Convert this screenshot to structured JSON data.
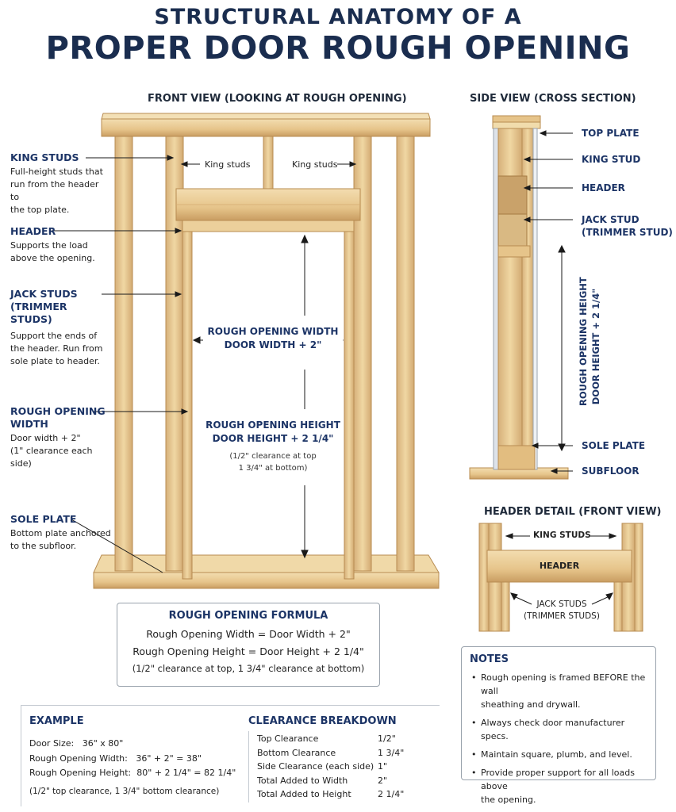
{
  "title": {
    "line1": "STRUCTURAL ANATOMY OF A",
    "line2": "PROPER DOOR ROUGH OPENING"
  },
  "front_view": {
    "title": "FRONT VIEW (LOOKING AT ROUGH OPENING)",
    "inline_labels": {
      "king_left": "King studs",
      "king_right": "King studs"
    },
    "width_label": {
      "line1": "ROUGH OPENING WIDTH",
      "line2": "DOOR WIDTH + 2\""
    },
    "height_label": {
      "line1": "ROUGH OPENING HEIGHT",
      "line2": "DOOR HEIGHT + 2 1/4\"",
      "note1": "(1/2\" clearance at top",
      "note2": "1 3/4\" at bottom)"
    },
    "callouts": [
      {
        "title": [
          "KING STUDS"
        ],
        "desc": [
          "Full-height studs that",
          "run from the header to",
          "the top plate."
        ]
      },
      {
        "title": [
          "HEADER"
        ],
        "desc": [
          "Supports the load",
          "above the opening."
        ]
      },
      {
        "title": [
          "JACK STUDS",
          "(TRIMMER STUDS)"
        ],
        "desc": [
          "Support the ends of",
          "the header. Run from",
          "sole plate to header."
        ]
      },
      {
        "title": [
          "ROUGH OPENING",
          "WIDTH"
        ],
        "desc": [
          "Door width + 2\"",
          "(1\" clearance each side)"
        ]
      },
      {
        "title": [
          "SOLE PLATE"
        ],
        "desc": [
          "Bottom plate anchored",
          "to the subfloor."
        ]
      }
    ]
  },
  "side_view": {
    "title": "SIDE VIEW (CROSS SECTION)",
    "labels": {
      "top_plate": "TOP PLATE",
      "king_stud": "KING STUD",
      "header": "HEADER",
      "jack_stud_1": "JACK STUD",
      "jack_stud_2": "(TRIMMER STUD)",
      "sole_plate": "SOLE PLATE",
      "subfloor": "SUBFLOOR"
    },
    "height_label": {
      "line1": "ROUGH OPENING HEIGHT",
      "line2": "DOOR HEIGHT + 2 1/4\""
    }
  },
  "header_detail": {
    "title": "HEADER DETAIL (FRONT VIEW)",
    "king_studs": "KING STUDS",
    "header": "HEADER",
    "jack_1": "JACK STUDS",
    "jack_2": "(TRIMMER STUDS)"
  },
  "formula": {
    "title": "ROUGH OPENING FORMULA",
    "line1": "Rough Opening Width  =  Door Width + 2\"",
    "line2": "Rough Opening Height  =  Door Height + 2 1/4\"",
    "line3": "(1/2\"  clearance at top, 1 3/4\" clearance at bottom)"
  },
  "example": {
    "title": "EXAMPLE",
    "rows": [
      {
        "label": "Door Size:",
        "value": "36\" x 80\""
      },
      {
        "label": "Rough Opening Width:",
        "value": "36\" + 2\" = 38\""
      },
      {
        "label": "Rough Opening Height:",
        "value": "80\" + 2 1/4\" = 82 1/4\""
      }
    ],
    "note": "(1/2\"  top clearance, 1 3/4\"  bottom clearance)"
  },
  "clearance": {
    "title": "CLEARANCE BREAKDOWN",
    "rows": [
      {
        "label": "Top Clearance",
        "value": "1/2\""
      },
      {
        "label": "Bottom Clearance",
        "value": "1 3/4\""
      },
      {
        "label": "Side Clearance (each side)",
        "value": "1\""
      },
      {
        "label": "Total Added to Width",
        "value": "2\""
      },
      {
        "label": "Total Added to Height",
        "value": "2 1/4\""
      }
    ]
  },
  "notes": {
    "title": "NOTES",
    "items": [
      [
        "Rough opening is framed BEFORE the wall",
        "sheathing and drywall."
      ],
      [
        "Always check door manufacturer specs."
      ],
      [
        "Maintain square, plumb, and level."
      ],
      [
        "Provide proper support for all loads above",
        "the opening."
      ]
    ]
  },
  "colors": {
    "navy": "#1c3466",
    "wood": "#e8c98f",
    "wood_dark": "#b88c52",
    "wood_light": "#f1dcac"
  }
}
